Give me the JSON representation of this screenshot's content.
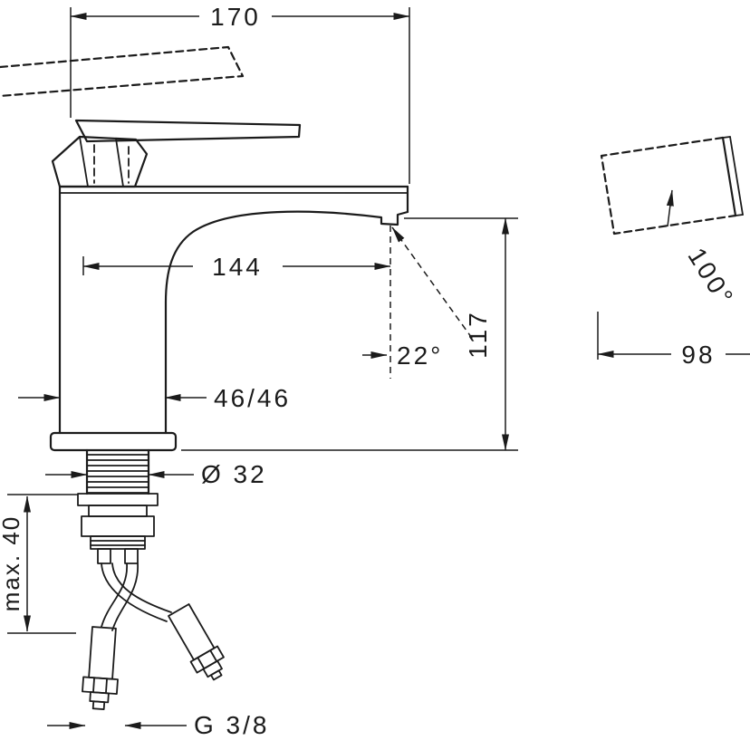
{
  "page": {
    "background": "#ffffff",
    "line_color": "#1b1b1b",
    "description": "Technical dimensional drawing of a single-lever basin mixer faucet"
  },
  "front_view": {
    "total_width": "170",
    "spout_reach": "144",
    "spout_height": "117",
    "spray_angle": "22°",
    "body_footprint": "46/46",
    "hole_diameter": "Ø 32",
    "max_mounting_thickness": "max. 40",
    "hose_connection": "G 3/8"
  },
  "side_view": {
    "handle_swivel_angle": "100°",
    "depth": "98"
  }
}
